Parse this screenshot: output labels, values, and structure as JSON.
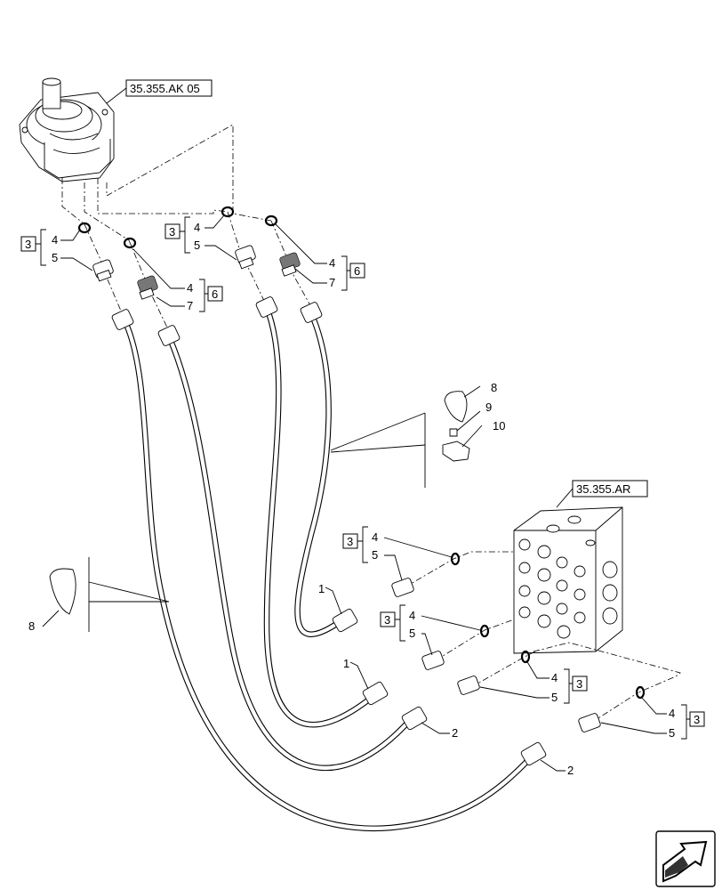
{
  "references": {
    "top": "35.355.AK 05",
    "valve": "35.355.AR"
  },
  "callouts": {
    "c1": "1",
    "c1b": "1",
    "c2": "2",
    "c2b": "2",
    "c3": "3",
    "c4": "4",
    "c5": "5",
    "c6": "6",
    "c7": "7",
    "c8": "8",
    "c8b": "8",
    "c9": "9",
    "c10": "10"
  },
  "nav_icon": "next-page-arrow-icon"
}
